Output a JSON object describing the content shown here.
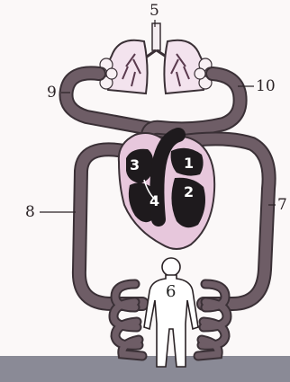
{
  "labels": {
    "l1": "1",
    "l2": "2",
    "l3": "3",
    "l4": "4",
    "l5": "5",
    "l6": "6",
    "l7": "7",
    "l8": "8",
    "l9": "9",
    "l10": "10"
  },
  "colors": {
    "vessel": "#6e5d66",
    "vessel_edge": "#3a3036",
    "organ_pink": "#e7c7dc",
    "chamber_dark": "#1e1a1d",
    "background": "#fbf8f8",
    "bottom_band": "#8a8a96"
  }
}
